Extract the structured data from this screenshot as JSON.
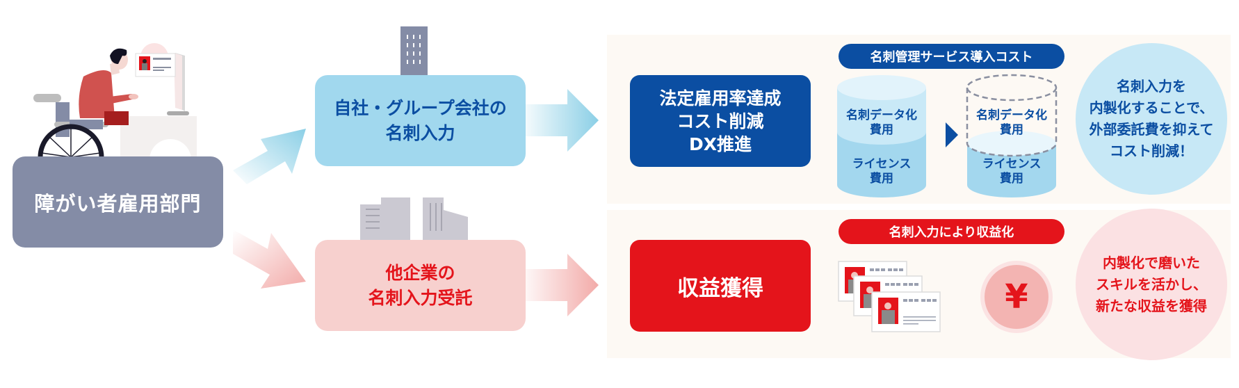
{
  "source": {
    "label": "障がい者雇用部門",
    "illustration": "wheelchair-user-at-computer"
  },
  "flows": {
    "internal": {
      "label": "自社・グループ会社の\n名刺入力",
      "icon": "office-building-icon",
      "color": "#a1d8ee",
      "text_color": "#0b4ea2"
    },
    "external": {
      "label": "他企業の\n名刺入力受託",
      "icon": "buildings-icon",
      "color": "#f7d0ce",
      "text_color": "#e4141b"
    }
  },
  "outcomes": {
    "cost": {
      "goal": "法定雇用率達成\nコスト削減\nDX推進",
      "pill": "名刺管理サービス導入コスト",
      "before": {
        "top_label": "名刺データ化\n費用",
        "bottom_label": "ライセンス\n費用"
      },
      "after": {
        "top_label": "名刺データ化\n費用",
        "bottom_label": "ライセンス\n費用"
      },
      "summary": "名刺入力を\n内製化することで、\n外部委託費を抑えて\nコスト削減！",
      "color": "#0b4ea2"
    },
    "revenue": {
      "goal": "収益獲得",
      "pill": "名刺入力により収益化",
      "icon_symbol": "¥",
      "summary": "内製化で磨いた\nスキルを活かし、\n新たな収益を獲得",
      "color": "#e4141b"
    }
  }
}
